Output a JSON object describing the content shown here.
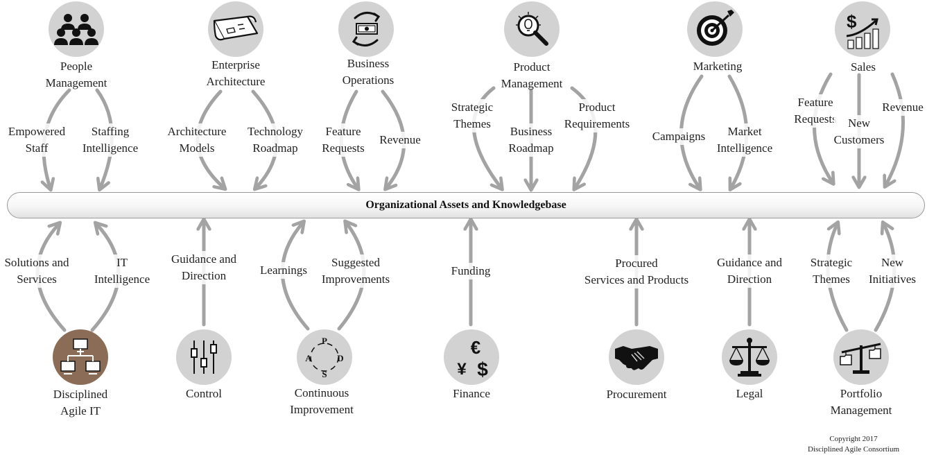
{
  "bar_label": "Organizational Assets and Knowledgebase",
  "copyright": [
    "Copyright 2017",
    "Disciplined Agile Consortium"
  ],
  "top_nodes": [
    {
      "key": "people",
      "lines": [
        "People",
        "Management"
      ],
      "icon": "people-group-icon"
    },
    {
      "key": "ea",
      "lines": [
        "Enterprise",
        "Architecture"
      ],
      "icon": "blueprint-icon"
    },
    {
      "key": "ops",
      "lines": [
        "Business",
        "Operations"
      ],
      "icon": "money-cycle-icon"
    },
    {
      "key": "pm",
      "lines": [
        "Product",
        "Management"
      ],
      "icon": "lightbulb-magnifier-icon"
    },
    {
      "key": "marketing",
      "lines": [
        "Marketing"
      ],
      "icon": "target-dart-icon"
    },
    {
      "key": "sales",
      "lines": [
        "Sales"
      ],
      "icon": "dollar-chart-icon"
    }
  ],
  "bottom_nodes": [
    {
      "key": "itit",
      "lines": [
        "Disciplined",
        "Agile IT"
      ],
      "icon": "network-computers-icon"
    },
    {
      "key": "control",
      "lines": [
        "Control"
      ],
      "icon": "sliders-icon"
    },
    {
      "key": "ci",
      "lines": [
        "Continuous",
        "Improvement"
      ],
      "icon": "pdsa-cycle-icon"
    },
    {
      "key": "finance",
      "lines": [
        "Finance"
      ],
      "icon": "currency-icon"
    },
    {
      "key": "procurement",
      "lines": [
        "Procurement"
      ],
      "icon": "handshake-icon"
    },
    {
      "key": "legal",
      "lines": [
        "Legal"
      ],
      "icon": "scales-icon"
    },
    {
      "key": "portfolio",
      "lines": [
        "Portfolio",
        "Management"
      ],
      "icon": "balance-folders-icon"
    }
  ],
  "pdsa_letters": [
    "P",
    "D",
    "S",
    "A"
  ],
  "currency_symbols": [
    "€",
    "¥",
    "$"
  ],
  "sales_symbol": "$",
  "flows_top": [
    {
      "lines": [
        "Empowered",
        "Staff"
      ]
    },
    {
      "lines": [
        "Staffing",
        "Intelligence"
      ]
    },
    {
      "lines": [
        "Architecture",
        "Models"
      ]
    },
    {
      "lines": [
        "Technology",
        "Roadmap"
      ]
    },
    {
      "lines": [
        "Feature",
        "Requests"
      ]
    },
    {
      "lines": [
        "Revenue"
      ]
    },
    {
      "lines": [
        "Strategic",
        "Themes"
      ]
    },
    {
      "lines": [
        "Business",
        "Roadmap"
      ]
    },
    {
      "lines": [
        "Product",
        "Requirements"
      ]
    },
    {
      "lines": [
        "Campaigns"
      ]
    },
    {
      "lines": [
        "Market",
        "Intelligence"
      ]
    },
    {
      "lines": [
        "Feature",
        "Requests"
      ]
    },
    {
      "lines": [
        "New",
        "Customers"
      ]
    },
    {
      "lines": [
        "Revenue"
      ]
    }
  ],
  "flows_bottom": [
    {
      "lines": [
        "Solutions and",
        "Services"
      ]
    },
    {
      "lines": [
        "IT",
        "Intelligence"
      ]
    },
    {
      "lines": [
        "Guidance and",
        "Direction"
      ]
    },
    {
      "lines": [
        "Learnings"
      ]
    },
    {
      "lines": [
        "Suggested",
        "Improvements"
      ]
    },
    {
      "lines": [
        "Funding"
      ]
    },
    {
      "lines": [
        "Procured",
        "Services and Products"
      ]
    },
    {
      "lines": [
        "Guidance and",
        "Direction"
      ]
    },
    {
      "lines": [
        "Strategic",
        "Themes"
      ]
    },
    {
      "lines": [
        "New",
        "Initiatives"
      ]
    }
  ]
}
